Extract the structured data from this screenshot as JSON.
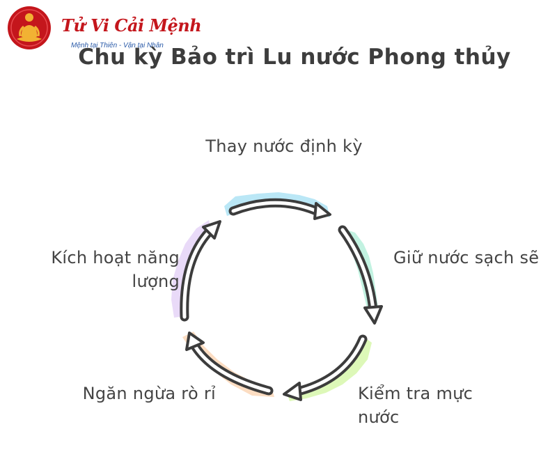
{
  "logo": {
    "name": "Tử Vi Cải Mệnh",
    "tagline": "Mệnh tại Thiên - Vận tại Nhân",
    "colors": {
      "badge": "#c4161c",
      "figure": "#f2b233",
      "tagline": "#2a5aa8"
    }
  },
  "title": "Chu kỳ Bảo trì Lu nước Phong thủy",
  "steps": [
    {
      "label": "Thay nước định kỳ",
      "accent": "#aee3f5"
    },
    {
      "label": "Giữ nước sạch sẽ",
      "accent": "#b7f0dc"
    },
    {
      "label": "Kiểm tra mực nước",
      "accent": "#d9f7b0"
    },
    {
      "label": "Ngăn ngừa rò rỉ",
      "accent": "#fcd9bb"
    },
    {
      "label": "Kích hoạt năng lượng",
      "accent": "#e7d6f7"
    }
  ],
  "colors": {
    "title": "#3d3d3d",
    "arrow_outline": "#3c3c3c",
    "text": "#444444"
  }
}
